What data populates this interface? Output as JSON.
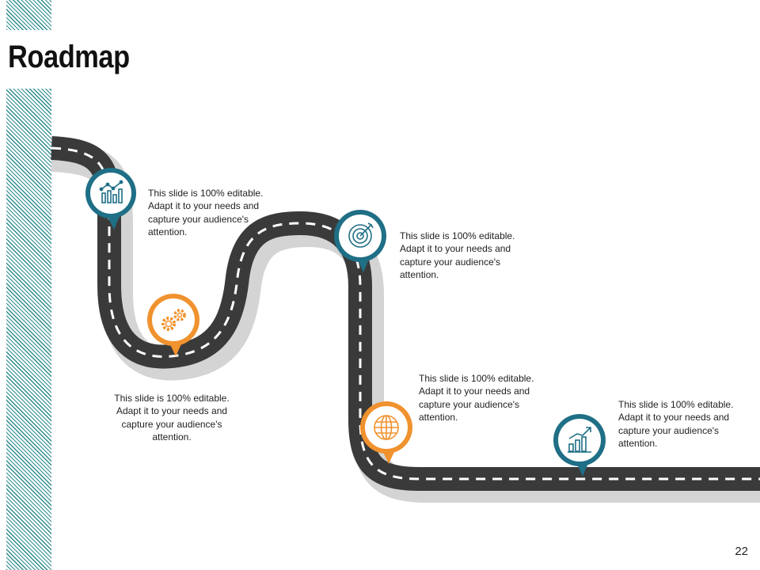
{
  "slide": {
    "title": "Roadmap",
    "page_number": "22"
  },
  "colors": {
    "teal": "#1f6f86",
    "orange": "#f0922e",
    "road": "#3a3a3a",
    "road_shadow": "#d4d4d4",
    "stripe": "#2e8b8f"
  },
  "milestones": [
    {
      "icon": "chart-growth-icon",
      "color": "teal",
      "text": "This slide is 100% editable. Adapt it to your needs and capture your audience's attention."
    },
    {
      "icon": "gears-icon",
      "color": "orange",
      "text": "This slide is 100% editable. Adapt it to your needs and capture your audience's attention."
    },
    {
      "icon": "target-icon",
      "color": "teal",
      "text": "This slide is 100% editable. Adapt it to your needs and capture your audience's attention."
    },
    {
      "icon": "globe-icon",
      "color": "orange",
      "text": "This slide is 100% editable. Adapt it to your needs and capture your audience's attention."
    },
    {
      "icon": "bar-chart-arrow-icon",
      "color": "teal",
      "text": "This slide is 100% editable. Adapt it to your needs and capture your audience's attention."
    }
  ]
}
